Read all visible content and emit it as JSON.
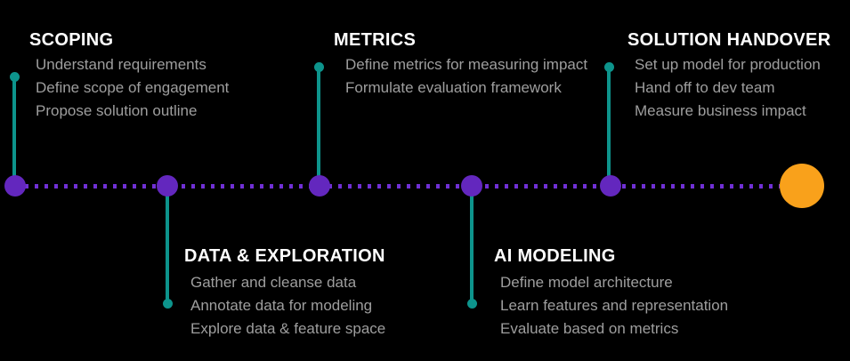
{
  "diagram": {
    "type": "horizontal-process-timeline",
    "stages": [
      {
        "title": "SCOPING",
        "row": "top",
        "items": [
          "Understand requirements",
          "Define scope of engagement",
          "Propose solution outline"
        ]
      },
      {
        "title": "DATA & EXPLORATION",
        "row": "bottom",
        "items": [
          "Gather and cleanse data",
          "Annotate data for modeling",
          "Explore data & feature space"
        ]
      },
      {
        "title": "METRICS",
        "row": "top",
        "items": [
          "Define metrics for measuring impact",
          "Formulate evaluation framework"
        ]
      },
      {
        "title": "AI MODELING",
        "row": "bottom",
        "items": [
          "Define model architecture",
          "Learn features and representation",
          "Evaluate based on metrics"
        ]
      },
      {
        "title": "SOLUTION HANDOVER",
        "row": "top",
        "items": [
          "Set up model for production",
          "Hand off to dev team",
          "Measure business impact"
        ]
      }
    ]
  },
  "colors": {
    "background": "#000000",
    "stage_title": "#ffffff",
    "stage_body": "#9e9e9e",
    "node_purple": "#6327be",
    "dot_purple": "#7030d5",
    "connector_teal": "#0d948c",
    "end_orange": "#f9a11b"
  }
}
